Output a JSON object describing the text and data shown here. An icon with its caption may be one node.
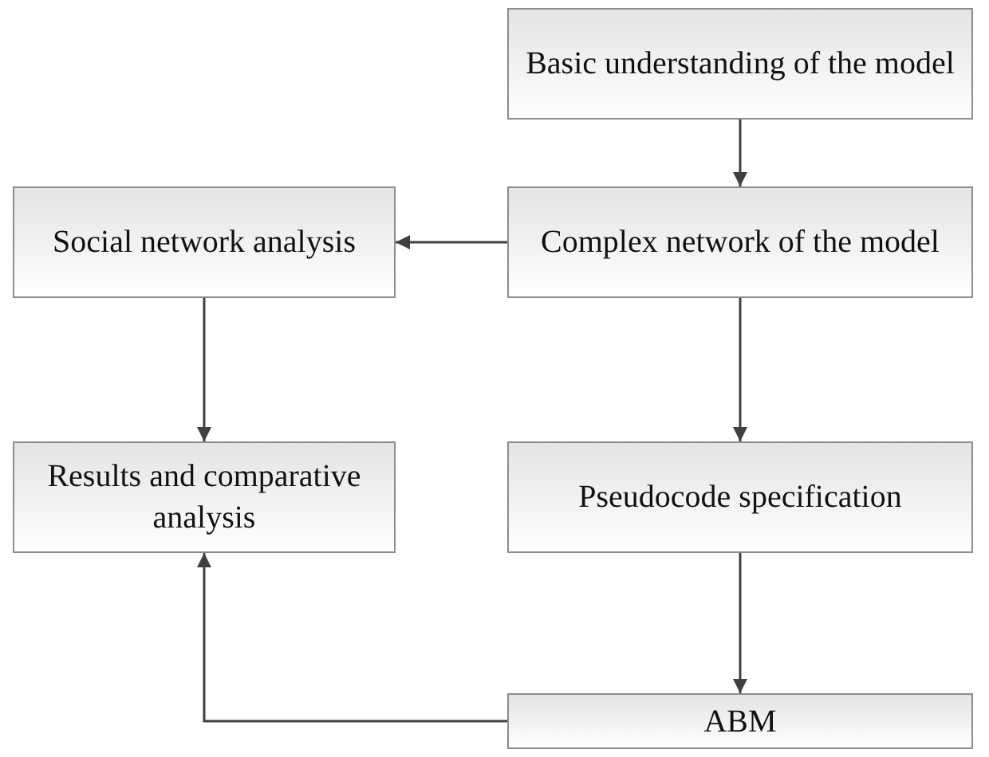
{
  "diagram": {
    "nodes": [
      {
        "text": [
          "Basic understanding of the model"
        ]
      },
      {
        "text": [
          "Complex network of the model"
        ]
      },
      {
        "text": [
          "Social network analysis"
        ]
      },
      {
        "text": [
          "Pseudocode specification"
        ]
      },
      {
        "text": [
          "Results and comparative analysis"
        ]
      },
      {
        "text": [
          "ABM"
        ]
      }
    ],
    "edges": [
      {
        "from": 0,
        "to": 1,
        "arrow": "to"
      },
      {
        "from": 1,
        "to": 2,
        "arrow": "to"
      },
      {
        "from": 2,
        "to": 4,
        "arrow": "to"
      },
      {
        "from": 1,
        "to": 3,
        "arrow": "to"
      },
      {
        "from": 3,
        "to": 5,
        "arrow": "to"
      },
      {
        "from": 5,
        "to": 4,
        "arrow": "to"
      }
    ]
  }
}
